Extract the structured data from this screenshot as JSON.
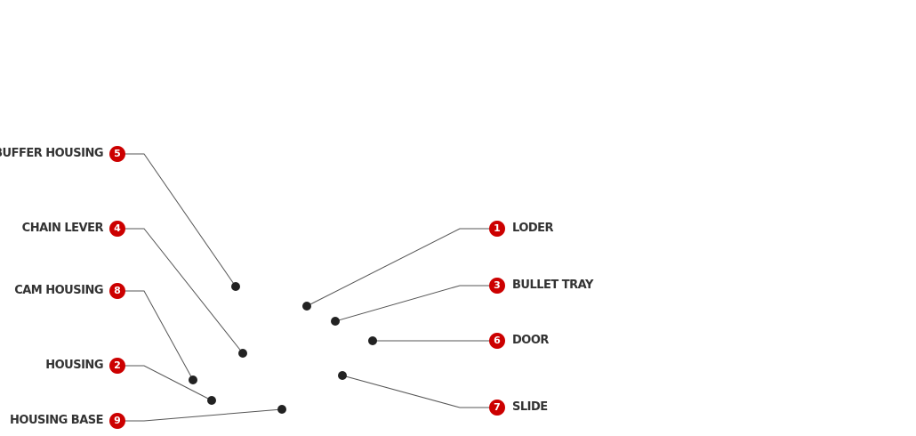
{
  "callouts": [
    {
      "number": "5",
      "label": "BUFFER HOUSING",
      "side": "left"
    },
    {
      "number": "4",
      "label": "CHAIN LEVER",
      "side": "left"
    },
    {
      "number": "8",
      "label": "CAM HOUSING",
      "side": "left"
    },
    {
      "number": "2",
      "label": "HOUSING",
      "side": "left"
    },
    {
      "number": "9",
      "label": "HOUSING BASE",
      "side": "left"
    },
    {
      "number": "1",
      "label": "LODER",
      "side": "right"
    },
    {
      "number": "3",
      "label": "BULLET TRAY",
      "side": "right"
    },
    {
      "number": "6",
      "label": "DOOR",
      "side": "right"
    },
    {
      "number": "7",
      "label": "SLIDE",
      "side": "right"
    }
  ],
  "colors": {
    "badge": "#cc0000",
    "line": "#555555",
    "dot": "#222222",
    "text": "#333333"
  }
}
